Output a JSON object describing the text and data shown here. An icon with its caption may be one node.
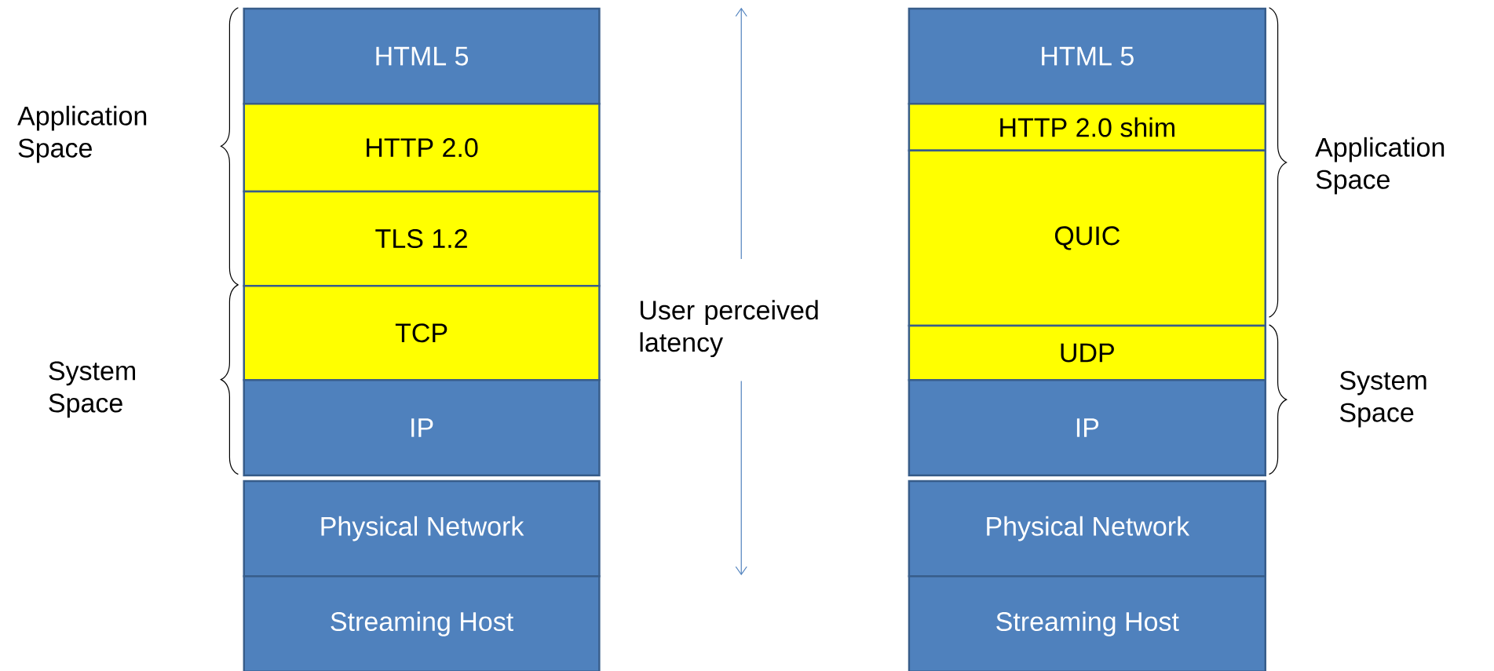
{
  "diagram": {
    "nodes": [
      {
        "text": [
          "HTML 5"
        ]
      },
      {
        "text": [
          "HTTP 2.0"
        ]
      },
      {
        "text": [
          "TLS 1.2"
        ]
      },
      {
        "text": [
          "TCP"
        ]
      },
      {
        "text": [
          "IP"
        ]
      },
      {
        "text": [
          "Physical Network"
        ]
      },
      {
        "text": [
          "Streaming Host"
        ]
      },
      {
        "text": [
          "HTML 5"
        ]
      },
      {
        "text": [
          "HTTP 2.0 shim"
        ]
      },
      {
        "text": [
          "QUIC"
        ]
      },
      {
        "text": [
          "UDP"
        ]
      },
      {
        "text": [
          "IP"
        ]
      },
      {
        "text": [
          "Physical Network"
        ]
      },
      {
        "text": [
          "Streaming Host"
        ]
      }
    ],
    "labels": [
      "Application Space",
      "System Space",
      "User perceived latency",
      "Application Space",
      "System Space"
    ]
  }
}
